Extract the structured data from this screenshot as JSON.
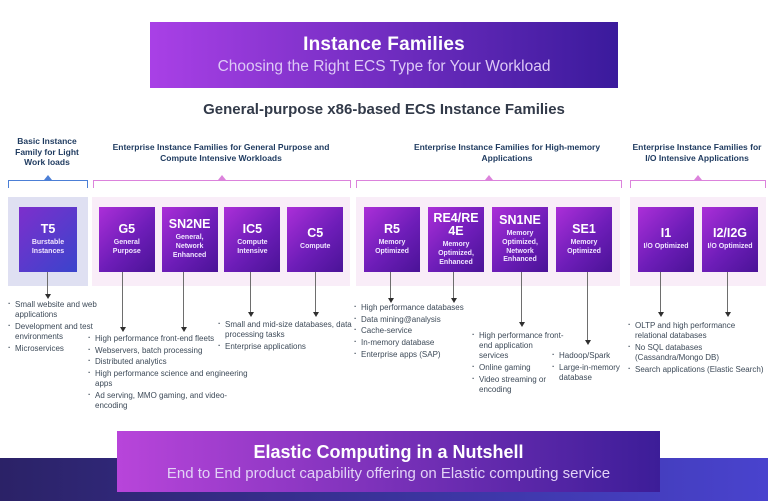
{
  "top_banner": {
    "title": "Instance Families",
    "subtitle": "Choosing the Right ECS Type for Your Workload"
  },
  "section_heading": "General-purpose x86-based ECS Instance Families",
  "groups": [
    {
      "label": "Basic Instance Family for Light Work loads",
      "boxes": [
        {
          "name": "T5",
          "desc": "Burstable Instances"
        }
      ],
      "notes": [
        "Small website and web applications",
        "Development and test environments",
        "Microservices"
      ]
    },
    {
      "label": "Enterprise Instance Families for General Purpose and Compute Intensive Workloads",
      "boxes": [
        {
          "name": "G5",
          "desc": "General Purpose"
        },
        {
          "name": "SN2NE",
          "desc": "General, Network Enhanced"
        },
        {
          "name": "IC5",
          "desc": "Compute Intensive"
        },
        {
          "name": "C5",
          "desc": "Compute"
        }
      ],
      "notes_general": [
        "High performance front-end fleets",
        "Webservers, batch processing",
        "Distributed analytics",
        "High performance science and engineering apps",
        "Ad serving, MMO gaming, and video-encoding"
      ],
      "notes_compute": [
        "Small and mid-size databases, data processing tasks",
        "Enterprise applications"
      ]
    },
    {
      "label": "Enterprise Instance Families for High-memory Applications",
      "boxes": [
        {
          "name": "R5",
          "desc": "Memory Optimized"
        },
        {
          "name": "RE4/RE4E",
          "desc": "Memory Optimized, Enhanced"
        },
        {
          "name": "SN1NE",
          "desc": "Memory Optimized, Network Enhanced"
        },
        {
          "name": "SE1",
          "desc": "Memory Optimized"
        }
      ],
      "notes_memory": [
        "High performance databases",
        "Data mining@analysis",
        "Cache-service",
        "In-memory database",
        "Enterprise apps (SAP)"
      ],
      "notes_network": [
        "High performance front-end application services",
        "Online gaming",
        "Video streaming or encoding"
      ],
      "notes_se1": [
        "Hadoop/Spark",
        "Large-in-memory database"
      ]
    },
    {
      "label": "Enterprise Instance Families for I/O Intensive Applications",
      "boxes": [
        {
          "name": "I1",
          "desc": "I/O Optimized"
        },
        {
          "name": "I2/I2G",
          "desc": "I/O Optimized"
        }
      ],
      "notes": [
        "OLTP and high performance relational databases",
        "No SQL databases (Cassandra/Mongo DB)",
        "Search applications (Elastic Search)"
      ]
    }
  ],
  "bottom_banner": {
    "title": "Elastic Computing in a Nutshell",
    "subtitle": "End to End product capability offering on Elastic computing service"
  },
  "colors": {
    "banner_gradient_start": "#a940e6",
    "banner_gradient_end": "#3a1a9c",
    "banner2_gradient_start": "#b845da",
    "banner2_gradient_end": "#3c1d98",
    "box_gradient_start": "#ab2fd8",
    "box_gradient_end": "#4a1397",
    "t5_gradient_start": "#7d2fcc",
    "t5_gradient_end": "#3a44cc",
    "panel_blue": "#dfe0f2",
    "panel_pink": "#f9edf8",
    "bracket_blue": "#4c7fd6",
    "bracket_pink": "#dc83dc",
    "bottom_band_start": "#2b2267",
    "bottom_band_end": "#4943ce"
  }
}
